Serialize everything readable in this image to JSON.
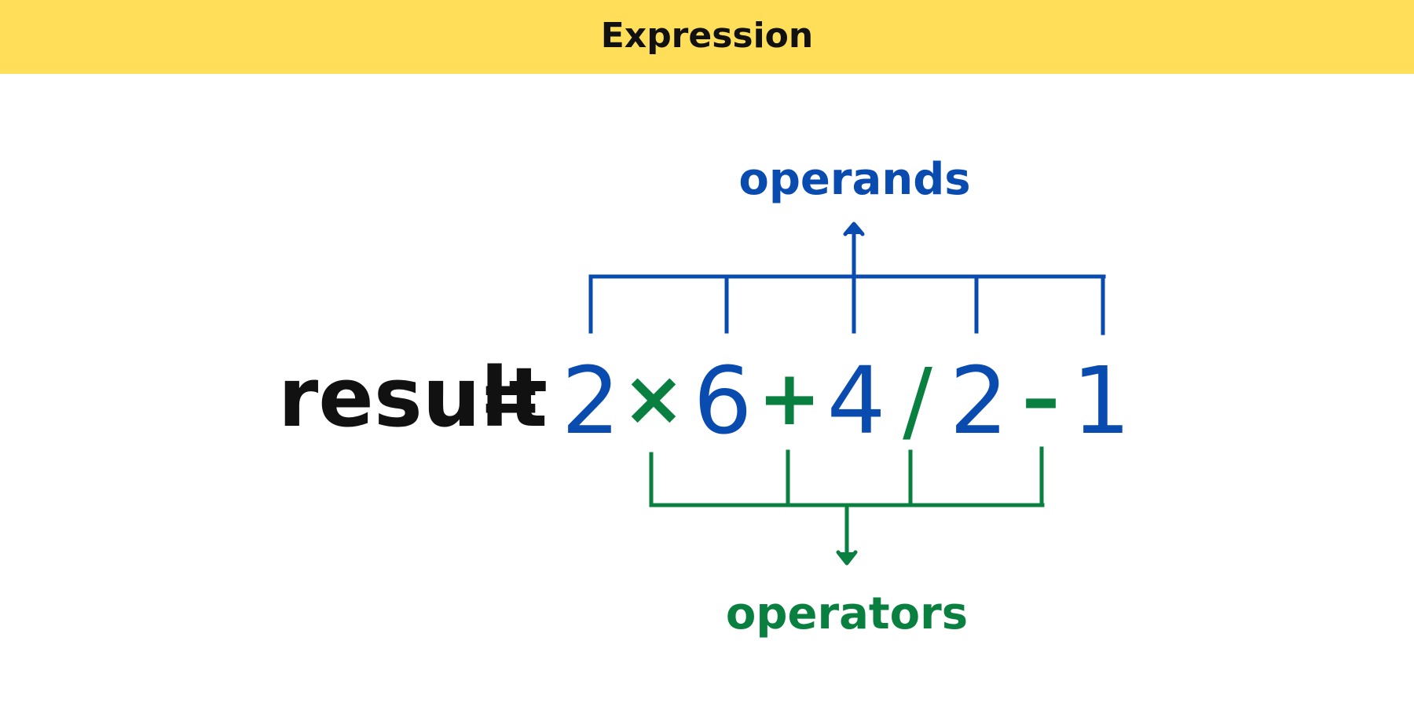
{
  "header": {
    "title": "Expression"
  },
  "colors": {
    "header_bg": "#ffde5a",
    "operand": "#0a4bb0",
    "operator": "#0a8040",
    "text": "#111111"
  },
  "expression": {
    "lhs": "result",
    "equals": "=",
    "operands": [
      "2",
      "6",
      "4",
      "2",
      "1"
    ],
    "operators": [
      "×",
      "+",
      "/",
      "–"
    ]
  },
  "labels": {
    "operands": "operands",
    "operators": "operators"
  }
}
